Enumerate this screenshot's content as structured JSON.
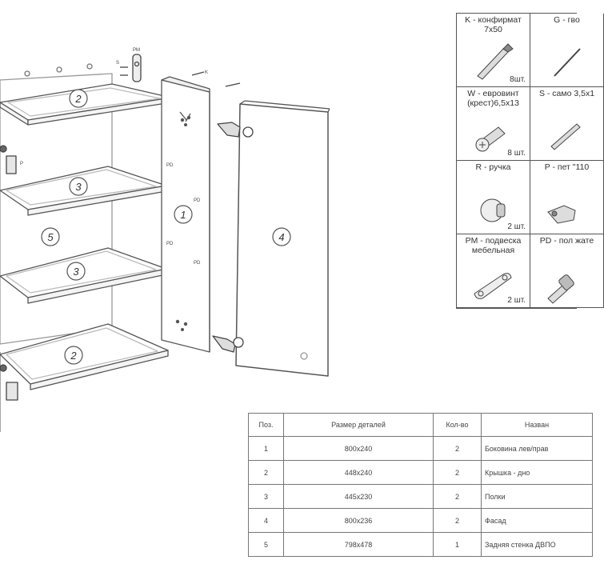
{
  "callouts": {
    "part1": "1",
    "part2_top": "2",
    "part2_bottom": "2",
    "part3_a": "3",
    "part3_b": "3",
    "part4": "4",
    "part5": "5"
  },
  "hardware": [
    {
      "title": "K - конфирмат 7х50",
      "qty": "8шт.",
      "icon": "screw-icon"
    },
    {
      "title": "G - гво",
      "qty": "",
      "icon": "nail-icon"
    },
    {
      "title": "W - евровинт (крест)6,5х13",
      "qty": "8 шт.",
      "icon": "eurovint-icon"
    },
    {
      "title": "S - само 3,5х1",
      "qty": "",
      "icon": "self-tapping-screw-icon"
    },
    {
      "title": "R - ручка",
      "qty": "2 шт.",
      "icon": "knob-handle-icon"
    },
    {
      "title": "P - пет \"110",
      "qty": "",
      "icon": "hinge-icon"
    },
    {
      "title": "PM - подвеска мебельная",
      "qty": "2 шт.",
      "icon": "hanger-plate-icon"
    },
    {
      "title": "PD - пол жате",
      "qty": "",
      "icon": "shelf-pin-icon"
    }
  ],
  "parts_table": {
    "headers": [
      "Поз.",
      "Размер деталей",
      "Кол-во",
      "Назван"
    ],
    "rows": [
      [
        "1",
        "800х240",
        "2",
        "Боковина лев/прав"
      ],
      [
        "2",
        "448х240",
        "2",
        "Крышка - дно"
      ],
      [
        "3",
        "445х230",
        "2",
        "Полки"
      ],
      [
        "4",
        "800х236",
        "2",
        "Фасад"
      ],
      [
        "5",
        "798х478",
        "1",
        "Задняя стенка ДВПО"
      ]
    ]
  },
  "tiny_labels": {
    "pm": "PM",
    "s": "S",
    "k": "K",
    "p": "P",
    "pd": "PD"
  }
}
